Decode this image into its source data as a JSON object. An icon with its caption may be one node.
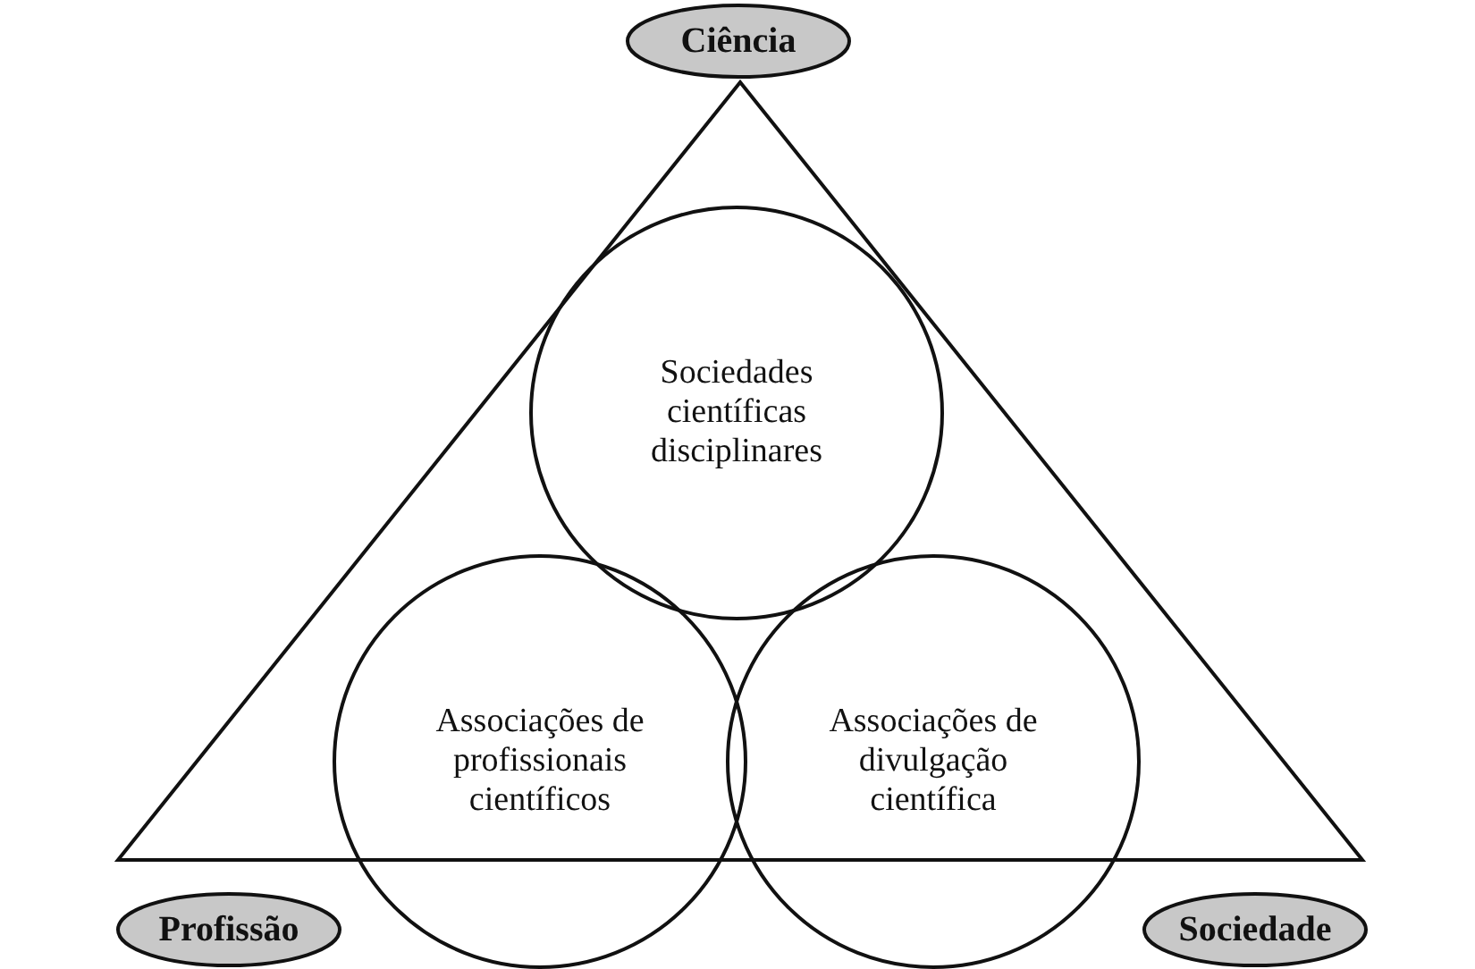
{
  "diagram": {
    "nodes": [
      {
        "text": [
          "Ciência"
        ]
      },
      {
        "text": [],
        "shape": "triangle"
      },
      {
        "text": [
          "Sociedades científicas disciplinares"
        ],
        "in": 1
      },
      {
        "text": [
          "Associações de profissionais científicos"
        ]
      },
      {
        "text": [
          "Associações de divulgação científica"
        ]
      },
      {
        "text": [
          "Profissão"
        ]
      },
      {
        "text": [
          "Sociedade"
        ]
      }
    ]
  }
}
